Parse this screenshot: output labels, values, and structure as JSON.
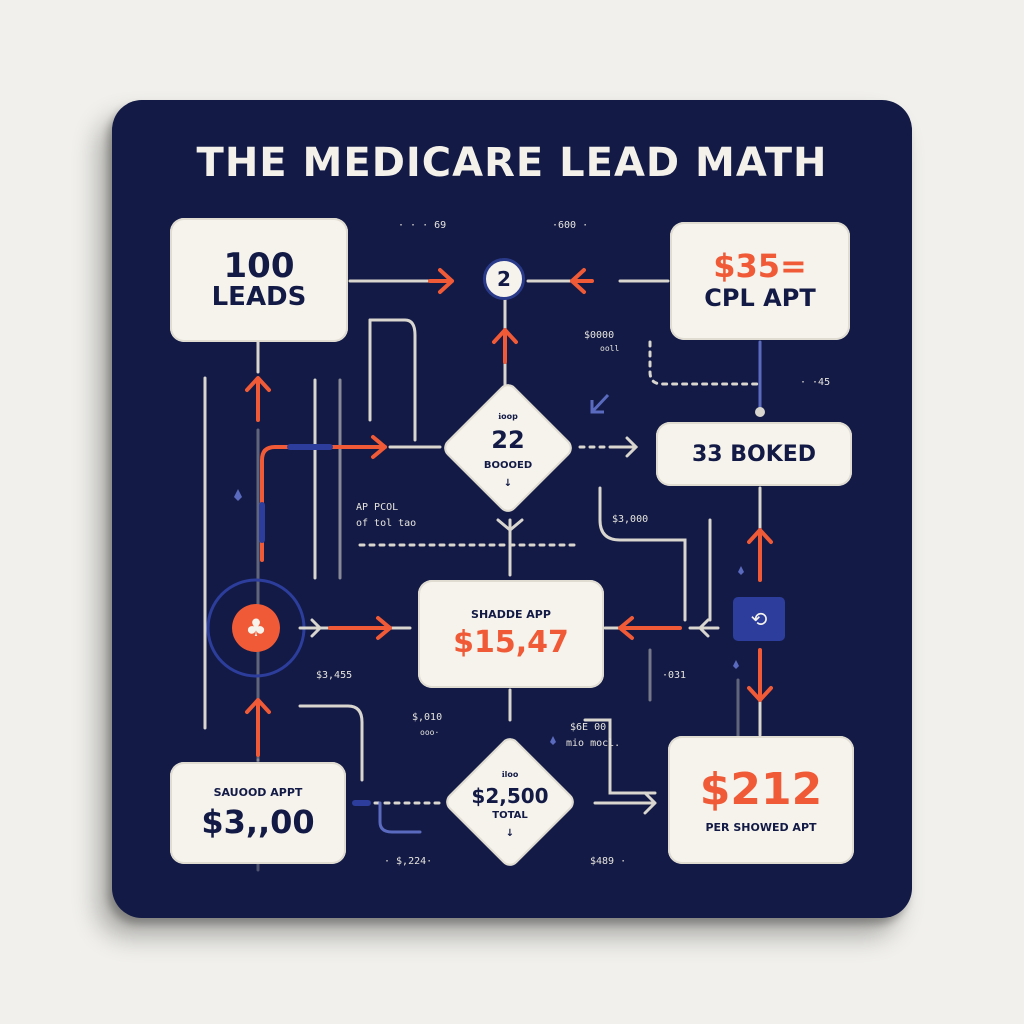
{
  "title": "THE MEDICARE LEAD MATH",
  "leads": {
    "number": "100",
    "label": "LEADS"
  },
  "circle_step": "2",
  "cpl": {
    "value": "$35=",
    "label": "CPL APT"
  },
  "booked_diamond": {
    "top": "ℹoop",
    "value": "22",
    "label": "BOOOED",
    "bottom": "↓"
  },
  "booked_card": "33 BOKED",
  "showed": {
    "label": "SHADDE APP",
    "value": "$15,47"
  },
  "saved": {
    "label": "SAUOOD APPT",
    "value": "$3,,00"
  },
  "total": {
    "top": "ℹloo",
    "value": "$2,500",
    "label": "TOTAL",
    "bottom": "↓"
  },
  "per_showed": {
    "value": "$212",
    "label": "PER SHOWED APT"
  },
  "notes": {
    "top_left": "·  ·  · 69",
    "top_right": "·600  ·",
    "right_money": "$0000",
    "right_money_sub": "ooll",
    "right_dots": "·  ·45",
    "ap_pcol_1": "AP PCOL",
    "ap_pcol_2": "of tol tao",
    "mid_right": "$3,000",
    "left_money": "$3,455",
    "bottom_mid1": "$,010",
    "bottom_mid1_sub": "ooo·",
    "bottom_mid2": "$6E 00",
    "bottom_mid2_sub": "mio mocl.",
    "right_small": "·031",
    "bottom_left": "· $,224·",
    "bottom_right": "$489 ·"
  },
  "colors": {
    "board": "#121a45",
    "card": "#f6f3ec",
    "accent": "#f05a36",
    "line": "#d9d6cf",
    "blue": "#2c3d9b"
  },
  "icons": {
    "center_left": "leaf-icon",
    "right_badge": "lock-icon"
  }
}
